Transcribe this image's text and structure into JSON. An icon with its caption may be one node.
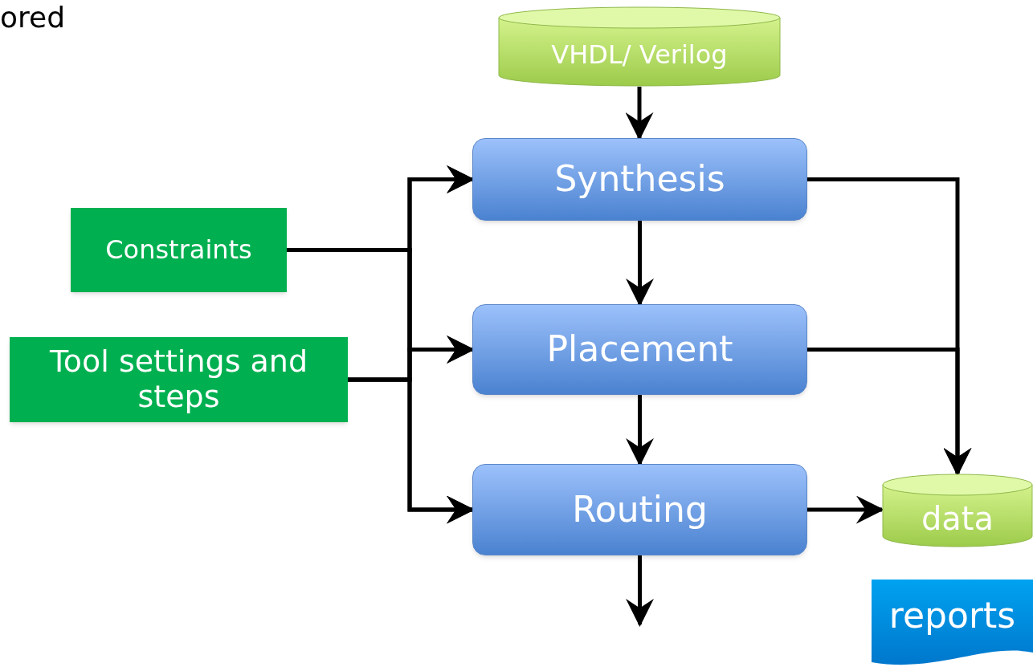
{
  "diagram": {
    "nodes": [
      {
        "text": [
          "VHDL/ Verilog"
        ]
      },
      {
        "text": [
          "Synthesis"
        ]
      },
      {
        "text": [
          "Constraints"
        ]
      },
      {
        "text": [
          "Tool settings and steps"
        ]
      },
      {
        "text": [
          "Placement"
        ]
      },
      {
        "text": [
          "Routing"
        ]
      },
      {
        "text": [
          "data"
        ]
      },
      {
        "text": [
          "reports"
        ]
      }
    ],
    "edges": [
      {
        "from": 0,
        "to": 1,
        "arrow": "to"
      },
      {
        "from": 1,
        "to": 4,
        "arrow": "to"
      },
      {
        "from": 4,
        "to": 5,
        "arrow": "to"
      },
      {
        "from": 5,
        "to": null,
        "arrow": "to"
      },
      {
        "from": 2,
        "to": 1,
        "arrow": "to"
      },
      {
        "from": 2,
        "to": 4,
        "arrow": "to"
      },
      {
        "from": 2,
        "to": 5,
        "arrow": "to"
      },
      {
        "from": 3,
        "to": 1,
        "arrow": "to"
      },
      {
        "from": 3,
        "to": 4,
        "arrow": "to"
      },
      {
        "from": 3,
        "to": 5,
        "arrow": "to"
      },
      {
        "from": 1,
        "to": 6,
        "arrow": "to"
      },
      {
        "from": 4,
        "to": 6,
        "arrow": "to"
      },
      {
        "from": 5,
        "to": 6,
        "arrow": "to"
      }
    ],
    "labels": [
      "ored"
    ]
  }
}
